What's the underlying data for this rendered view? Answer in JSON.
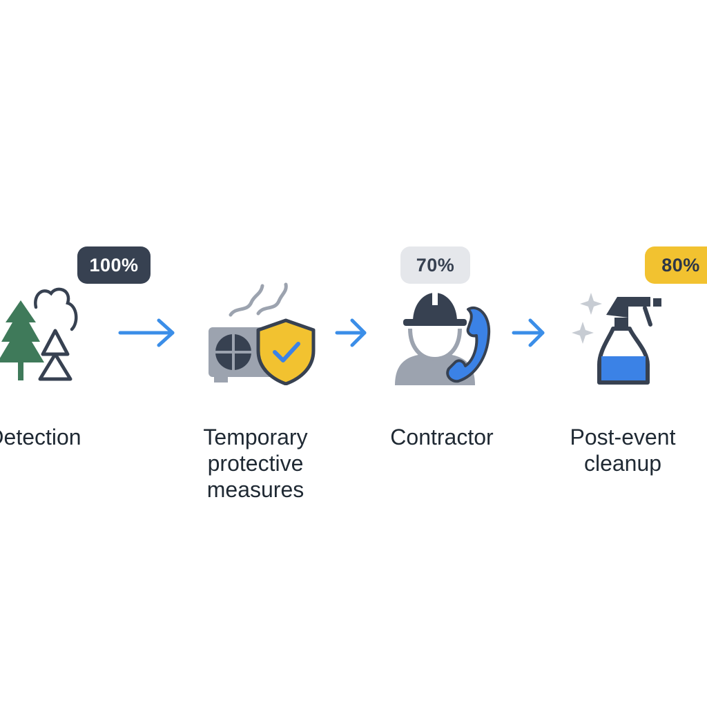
{
  "steps": [
    {
      "label_lines": [
        "Detection"
      ],
      "badge": "100%"
    },
    {
      "label_lines": [
        "Temporary",
        "protective",
        "measures"
      ],
      "badge": null
    },
    {
      "label_lines": [
        "Contractor"
      ],
      "badge": "70%"
    },
    {
      "label_lines": [
        "Post-event",
        "cleanup"
      ],
      "badge": "80%"
    }
  ],
  "colors": {
    "arrow": "#3b8ee8",
    "tree_green": "#3f7a5a",
    "dark": "#374151",
    "gray": "#9ca3af",
    "shield_yellow": "#f2c230",
    "phone_blue": "#3b82e6",
    "liquid_blue": "#3b82e6",
    "badge_dark": "#374151",
    "badge_light": "#e5e7eb",
    "badge_yellow": "#f2c230"
  },
  "icons": {
    "step1": "forest-cloud-icon",
    "step2": "heater-shield-icon",
    "step3": "contractor-phone-icon",
    "step4": "spray-bottle-icon"
  }
}
